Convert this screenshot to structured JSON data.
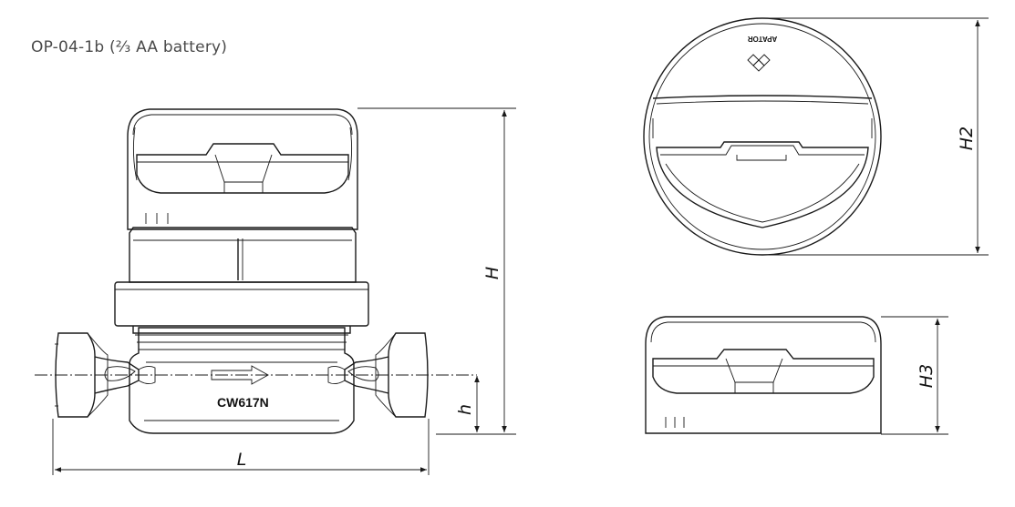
{
  "title": "OP-04-1b (⅔ AA battery)",
  "dimensions": {
    "H": "H",
    "h": "h",
    "L": "L",
    "H2": "H2",
    "H3": "H3"
  },
  "material": "CW617N",
  "brand": "APATOR"
}
